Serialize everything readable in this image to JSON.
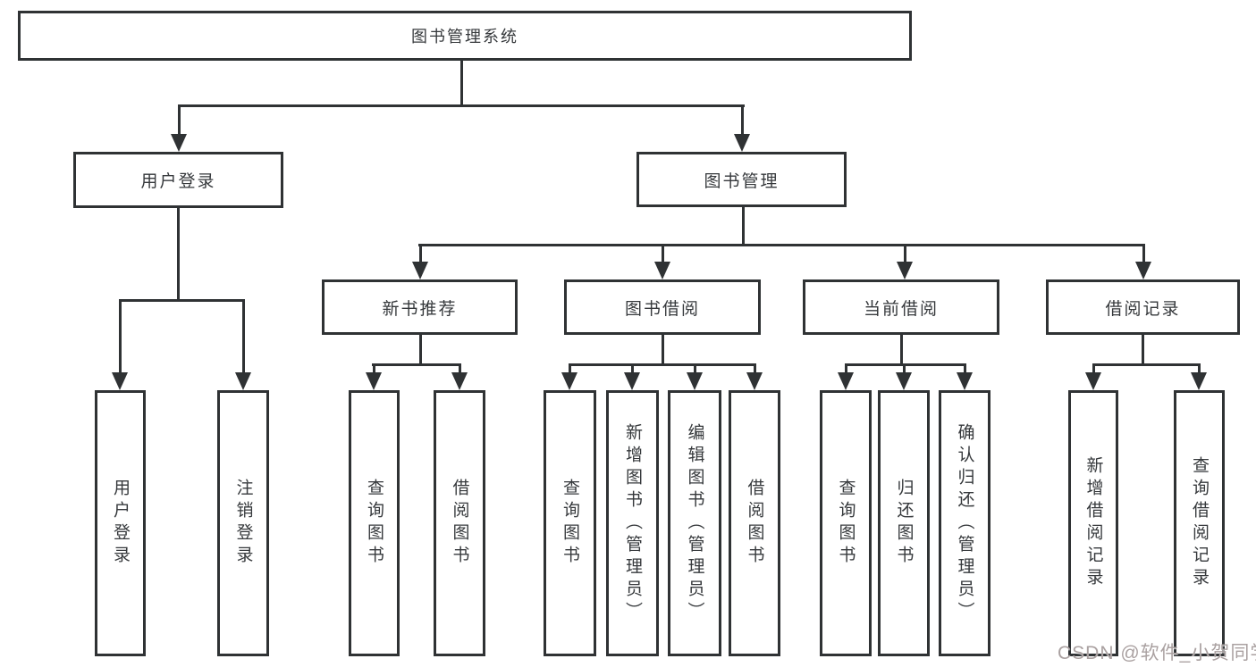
{
  "diagram": {
    "root": {
      "label": "图书管理系统"
    },
    "branches": [
      {
        "label": "用户登录",
        "children": [
          {
            "label": "用户登录"
          },
          {
            "label": "注销登录"
          }
        ]
      },
      {
        "label": "图书管理",
        "children": [
          {
            "label": "新书推荐",
            "children": [
              {
                "label": "查询图书"
              },
              {
                "label": "借阅图书"
              }
            ]
          },
          {
            "label": "图书借阅",
            "children": [
              {
                "label": "查询图书"
              },
              {
                "label": "新增图书（管理员）"
              },
              {
                "label": "编辑图书（管理员）"
              },
              {
                "label": "借阅图书"
              }
            ]
          },
          {
            "label": "当前借阅",
            "children": [
              {
                "label": "查询图书"
              },
              {
                "label": "归还图书"
              },
              {
                "label": "确认归还（管理员）"
              }
            ]
          },
          {
            "label": "借阅记录",
            "children": [
              {
                "label": "新增借阅记录"
              },
              {
                "label": "查询借阅记录"
              }
            ]
          }
        ]
      }
    ],
    "colors": {
      "line": "#2f3234",
      "box_background": "#ffffff",
      "text": "#36393c",
      "watermark": "#aaa1a1"
    },
    "watermark": "CSDN @软件_小贺同学"
  }
}
